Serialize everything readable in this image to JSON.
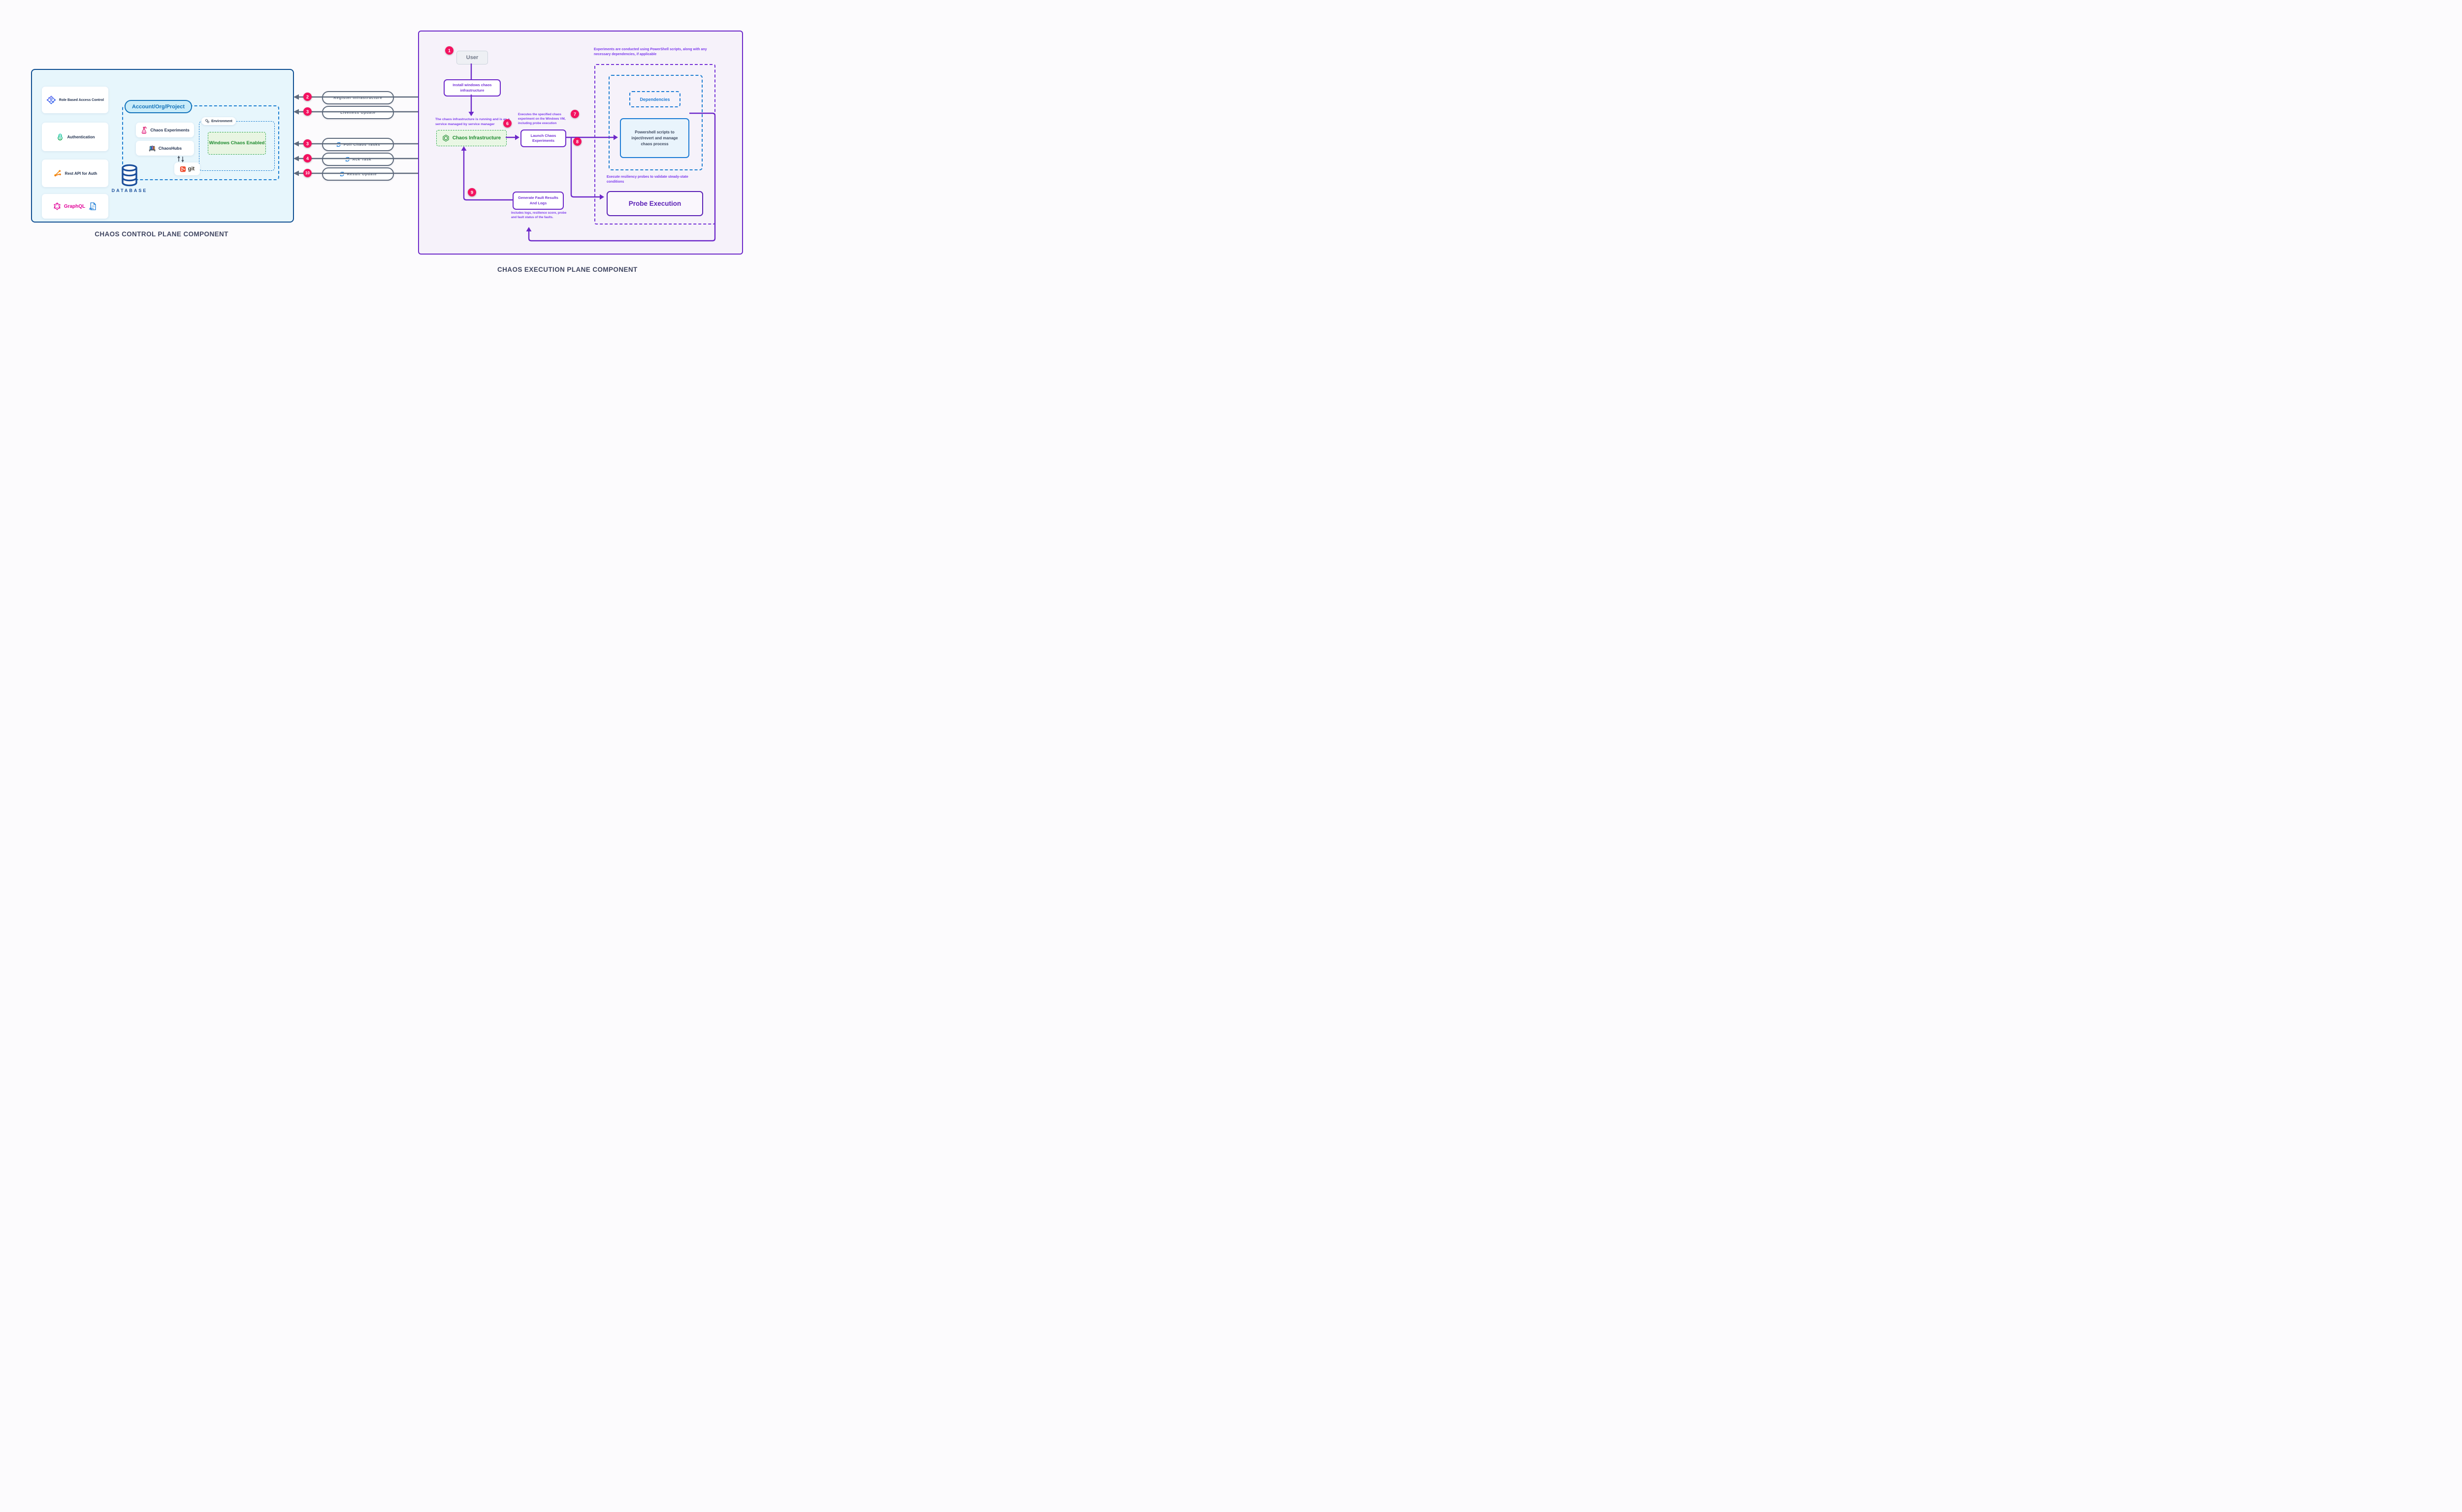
{
  "titles": {
    "control": "CHAOS CONTROL PLANE COMPONENT",
    "execution": "CHAOS EXECUTION PLANE COMPONENT"
  },
  "control_plane": {
    "cards": [
      {
        "label": "Role Based Access Control",
        "icon": "rbac-icon"
      },
      {
        "label": "Authentication",
        "icon": "auth-icon"
      },
      {
        "label": "Rest API for Auth",
        "icon": "rest-api-icon"
      },
      {
        "label": "GraphQL",
        "icon": "graphql-icon"
      }
    ],
    "api_icon_label": "API",
    "scope_pill": "Account/Org/Project",
    "inner_cards": [
      {
        "label": "Chaos Experiments",
        "icon": "flask-icon"
      },
      {
        "label": "ChaosHubs",
        "icon": "chaoshubs-icon"
      }
    ],
    "git_label": "git",
    "environment_label": "Environment",
    "windows_chaos_label": "Windows Chaos Enabled",
    "database_label": "DATABASE"
  },
  "connectors": [
    {
      "num": "2",
      "label": "Register Infrastructure",
      "has_sync_icon": false
    },
    {
      "num": "3",
      "label": "Liveness Update",
      "has_sync_icon": false
    },
    {
      "num": "3",
      "label": "Poll Chaos Tasks",
      "has_sync_icon": true
    },
    {
      "num": "4",
      "label": "Ack Task",
      "has_sync_icon": true
    },
    {
      "num": "10",
      "label": "Result Update",
      "has_sync_icon": true
    }
  ],
  "execution_plane": {
    "steps": {
      "s1": "1",
      "s6": "6",
      "s7": "7",
      "s8": "8",
      "s9": "9"
    },
    "user_label": "User",
    "install_box": "Install windows chaos infrastructure",
    "running_caption": "The chaos infrastructure is running and is as a service managed by service manager",
    "chaos_infrastructure": "Chaos Infrastructure",
    "launch_box": "Launch Chaos Experiments",
    "executes_caption": "Executes the specified chaos experiment on the Windows VM, including probe execution",
    "powershell_caption": "Experiments are conducted using PowerShell scripts, along with any necessary dependencies, if applicable",
    "dependencies_box": "Dependencies",
    "powershell_box": "Powershell scripts to inject/revert and manage chaos process",
    "probe_caption": "Execute resiliency probes to validate steady-state conditions",
    "probe_box": "Probe Execution",
    "generate_box": "Generate Fault Results And Logs",
    "includes_caption": "Includes logs, resilience score, probe and fault status of the faults."
  },
  "colors": {
    "control_panel_border": "#0d4d91",
    "control_panel_fill": "#e7f6fc",
    "exec_panel_border": "#6d28c9",
    "exec_panel_fill": "#f6f2fa",
    "badge": "#f31260",
    "connector_gray": "#5f6b7d",
    "dashed_blue": "#1d7fd1",
    "green": "#2fa84f",
    "green_text": "#1d8a2e",
    "purple_caption": "#7c3aed",
    "graphql_pink": "#e10098",
    "git_orange": "#f05133",
    "database_blue": "#1b4f9c"
  }
}
